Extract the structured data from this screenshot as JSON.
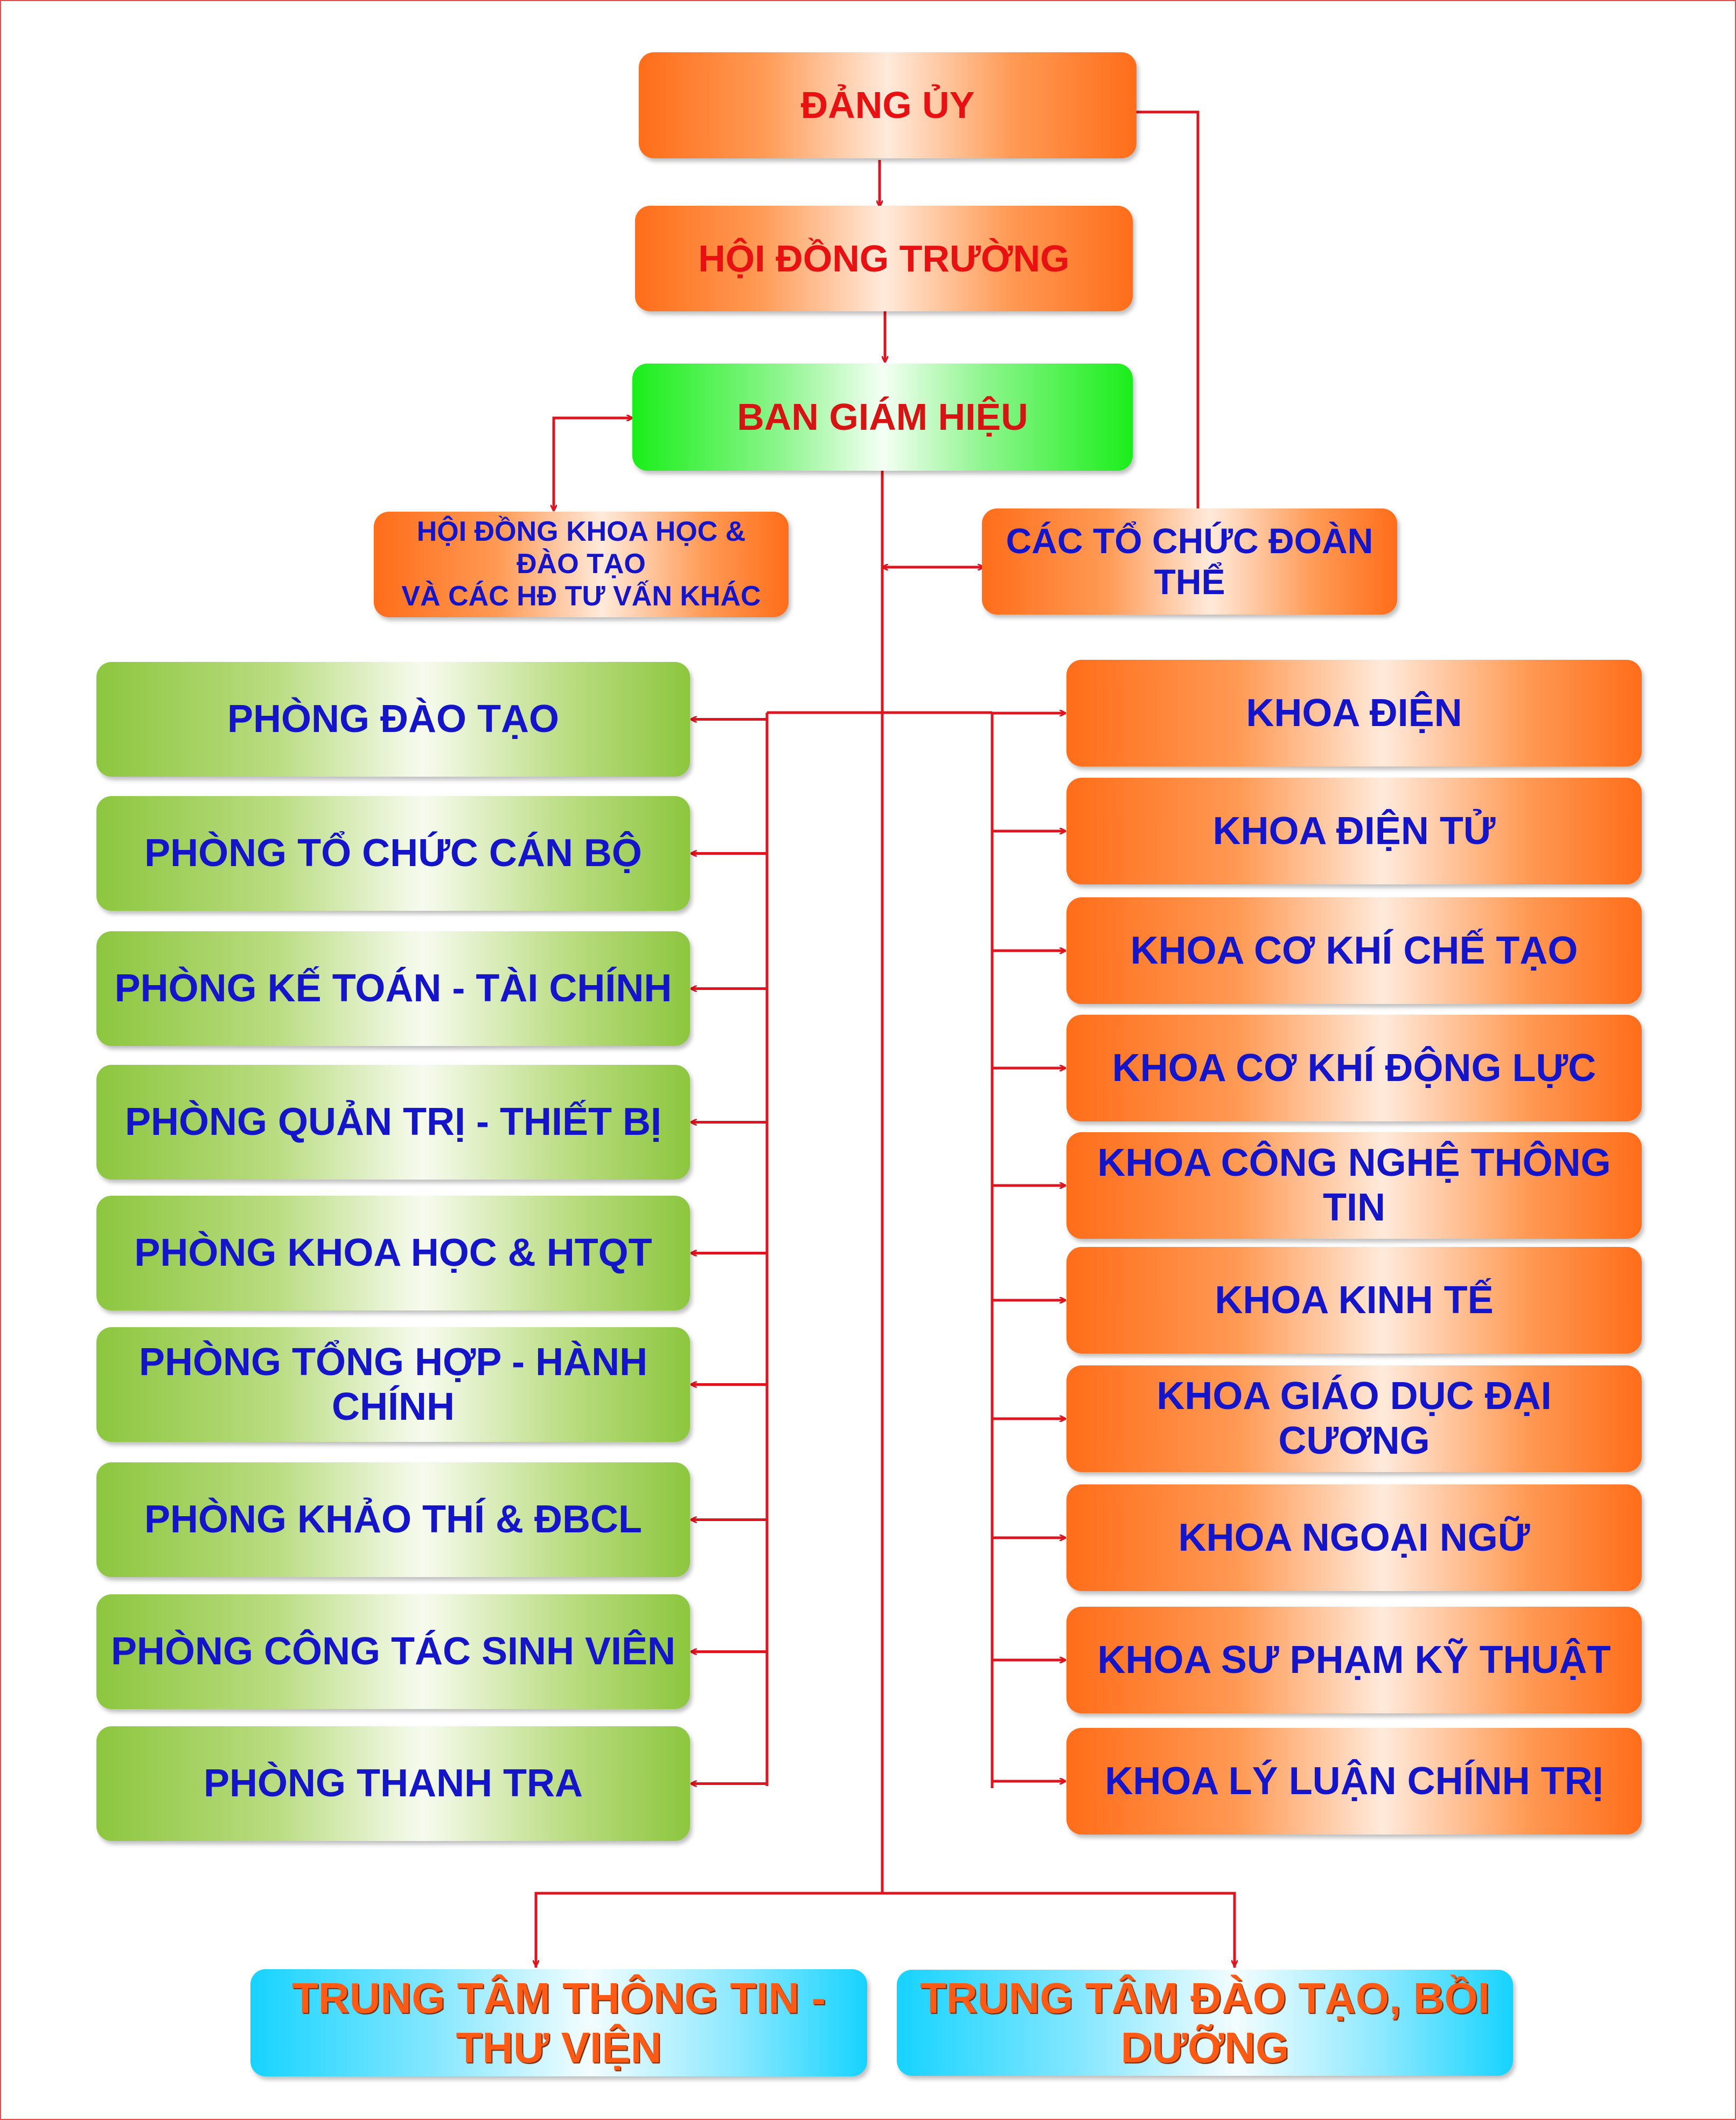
{
  "top": {
    "dang_uy": "ĐẢNG ỦY",
    "hoi_dong_truong": "HỘI ĐỒNG TRƯỜNG",
    "ban_giam_hieu": "BAN GIÁM HIỆU"
  },
  "councils": {
    "line1": "HỘI ĐỒNG KHOA HỌC & ĐÀO TẠO",
    "line2": "VÀ CÁC HĐ TƯ VẤN KHÁC"
  },
  "organizations": "CÁC TỔ CHỨC ĐOÀN THỂ",
  "departments": [
    "PHÒNG ĐÀO TẠO",
    "PHÒNG TỔ CHỨC CÁN BỘ",
    "PHÒNG KẾ TOÁN - TÀI CHÍNH",
    "PHÒNG QUẢN TRỊ - THIẾT BỊ",
    "PHÒNG KHOA HỌC & HTQT",
    "PHÒNG TỔNG HỢP - HÀNH CHÍNH",
    "PHÒNG KHẢO THÍ & ĐBCL",
    "PHÒNG CÔNG TÁC SINH VIÊN",
    "PHÒNG THANH TRA"
  ],
  "faculties": [
    "KHOA ĐIỆN",
    "KHOA ĐIỆN TỬ",
    "KHOA CƠ KHÍ CHẾ TẠO",
    "KHOA CƠ KHÍ ĐỘNG LỰC",
    "KHOA CÔNG NGHỆ THÔNG TIN",
    "KHOA KINH TẾ",
    "KHOA GIÁO DỤC ĐẠI CƯƠNG",
    "KHOA NGOẠI NGỮ",
    "KHOA SƯ PHẠM KỸ THUẬT",
    "KHOA LÝ LUẬN CHÍNH TRỊ"
  ],
  "centers": [
    "TRUNG TÂM THÔNG TIN - THƯ VIỆN",
    "TRUNG TÂM ĐÀO TẠO, BỒI DƯỠNG"
  ],
  "colors": {
    "connector": "#e0141e",
    "orange": "#ff6d19",
    "green_top": "#1aee1a",
    "green_side": "#8cc63e",
    "cyan": "#16d3ff",
    "text_blue": "#1414c8",
    "text_red": "#e81010"
  }
}
